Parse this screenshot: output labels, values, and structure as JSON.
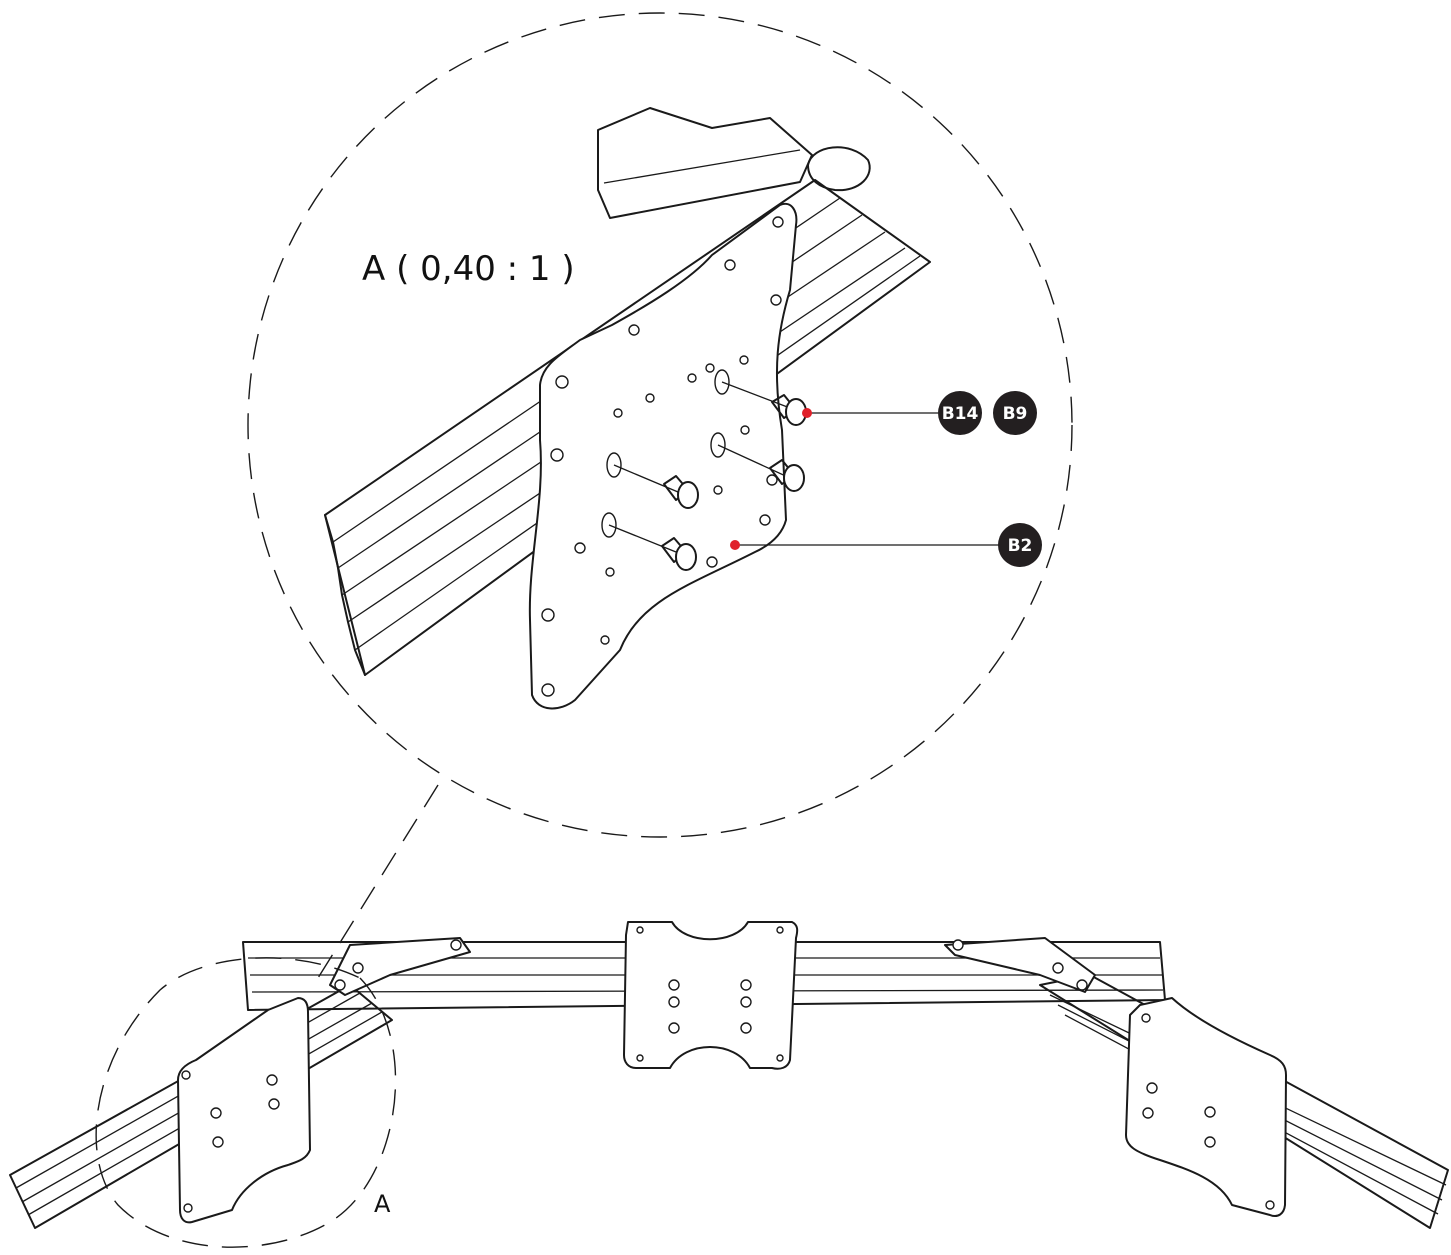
{
  "detail": {
    "title": "A ( 0,40 : 1 )",
    "marker": "A"
  },
  "callouts": [
    {
      "label": "B14"
    },
    {
      "label": "B9"
    },
    {
      "label": "B2"
    }
  ],
  "colors": {
    "callout_fill": "#231f20",
    "callout_text": "#ffffff",
    "leader_dot": "#e0202a",
    "line": "#1a1a1a"
  }
}
